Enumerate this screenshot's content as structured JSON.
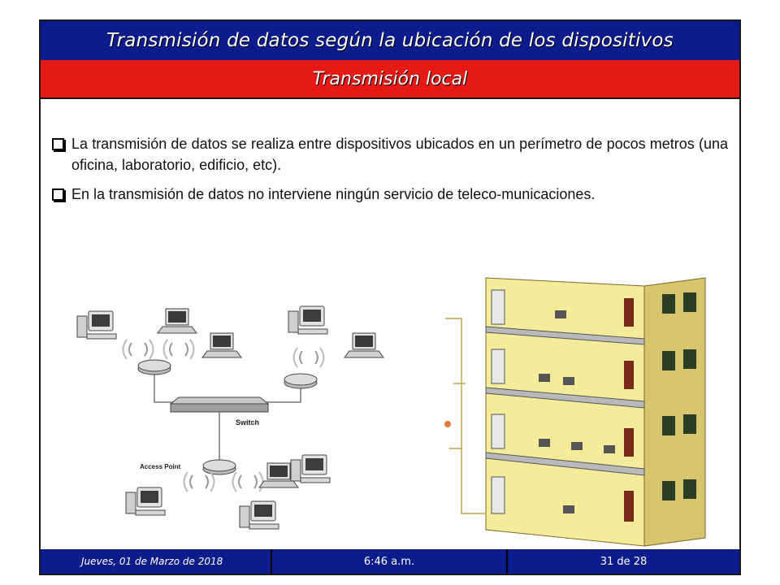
{
  "header": {
    "title": "Transmisión de datos según la ubicación de los dispositivos",
    "subtitle": "Transmisión local"
  },
  "bullets": [
    "La transmisión de datos se realiza entre dispositivos ubicados en un perímetro de pocos metros (una oficina, laboratorio, edificio, etc).",
    "En la transmisión de datos no interviene ningún servicio de teleco-municaciones."
  ],
  "network_diagram": {
    "switch_label": "Switch",
    "access_point_label": "Access Point"
  },
  "footer": {
    "date": "Jueves, 01 de Marzo de 2018",
    "time": "6:46 a.m.",
    "page": "31 de 28"
  },
  "colors": {
    "title_bg": "#0d1c8c",
    "subtitle_bg": "#e61a14",
    "footer_bg": "#0d1c8c"
  }
}
